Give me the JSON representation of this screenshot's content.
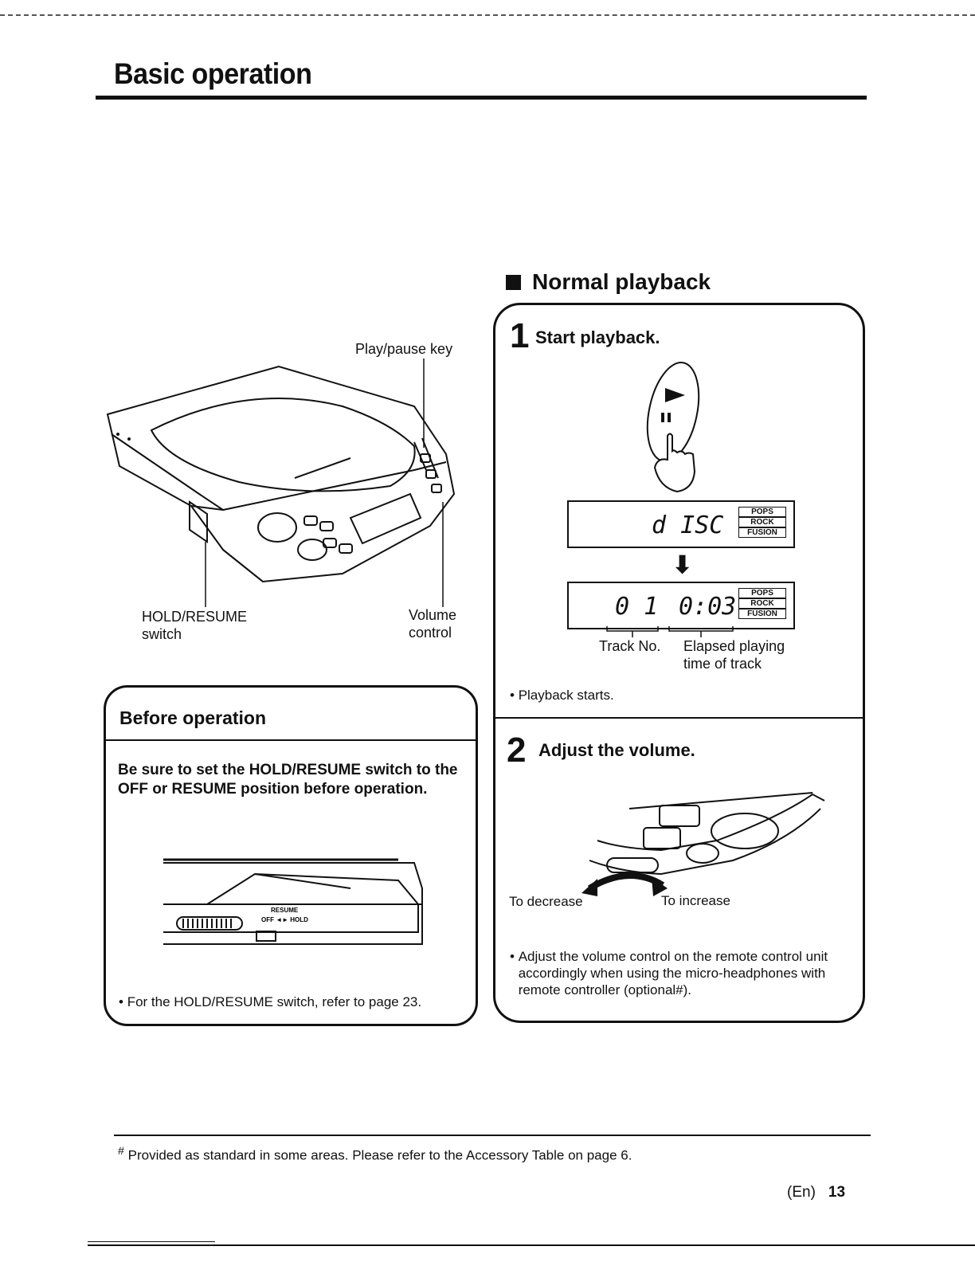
{
  "page": {
    "title": "Basic operation",
    "section_title": "Normal playback",
    "footnote_mark": "#",
    "footnote": "Provided as standard in some areas. Please refer to the Accessory Table on page 6.",
    "lang_code": "(En)",
    "page_number": "13"
  },
  "device_figure": {
    "play_pause_label": "Play/pause key",
    "hold_label_line1": "HOLD/RESUME",
    "hold_label_line2": "switch",
    "volume_label_line1": "Volume",
    "volume_label_line2": "control"
  },
  "step1": {
    "number": "1",
    "title": "Start playback.",
    "display1_text": "d ISC",
    "display2_track": "0 1",
    "display2_time": "0:03",
    "genre_labels": [
      "POPS",
      "ROCK",
      "FUSION"
    ],
    "track_label": "Track No.",
    "elapsed_line1": "Elapsed playing",
    "elapsed_line2": "time of track",
    "note": "Playback starts."
  },
  "step2": {
    "number": "2",
    "title": "Adjust the volume.",
    "decrease_label": "To decrease",
    "increase_label": "To increase",
    "note": "Adjust the volume control on the remote control unit accordingly when using the micro-headphones with remote controller (optional#)."
  },
  "before_operation": {
    "heading": "Before operation",
    "warning": "Be sure to set the HOLD/RESUME switch to the OFF or RESUME position before operation.",
    "switch_label_resume": "RESUME",
    "switch_label_offhold": "OFF ◄► HOLD",
    "note": "For the HOLD/RESUME switch, refer to page 23."
  }
}
